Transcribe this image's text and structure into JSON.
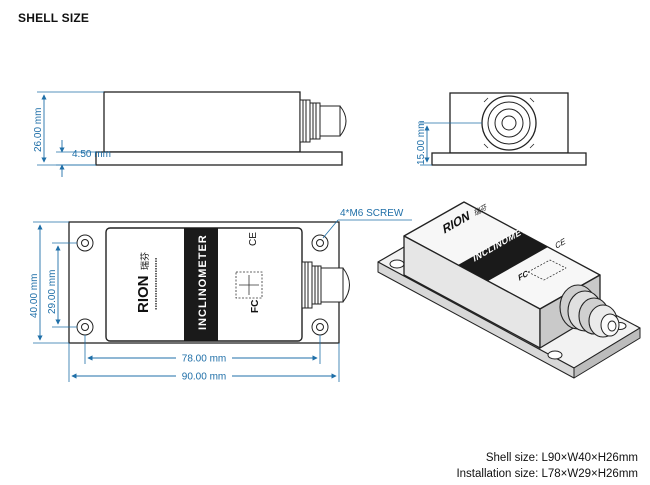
{
  "title": "SHELL SIZE",
  "dimensions": {
    "height_side": "26.00 mm",
    "foot_thickness": "4.50 mm",
    "end_height": "15.00 mm",
    "screw": "4*M6  SCREW",
    "width_total": "40.00 mm",
    "width_install": "29.00 mm",
    "length_install": "78.00 mm",
    "length_total": "90.00 mm"
  },
  "device": {
    "brand": "RION",
    "brand_cn": "瑞芬",
    "label": "INCLINOMETER",
    "ce_mark": "CE",
    "fc_mark": "FC"
  },
  "captions": {
    "shell_size": "Shell size: L90×W40×H26mm",
    "installation_size": "Installation size: L78×W29×H26mm"
  },
  "colors": {
    "dimension": "#1f6fa8",
    "outline": "#222222",
    "label_band": "#1a1a1a"
  }
}
